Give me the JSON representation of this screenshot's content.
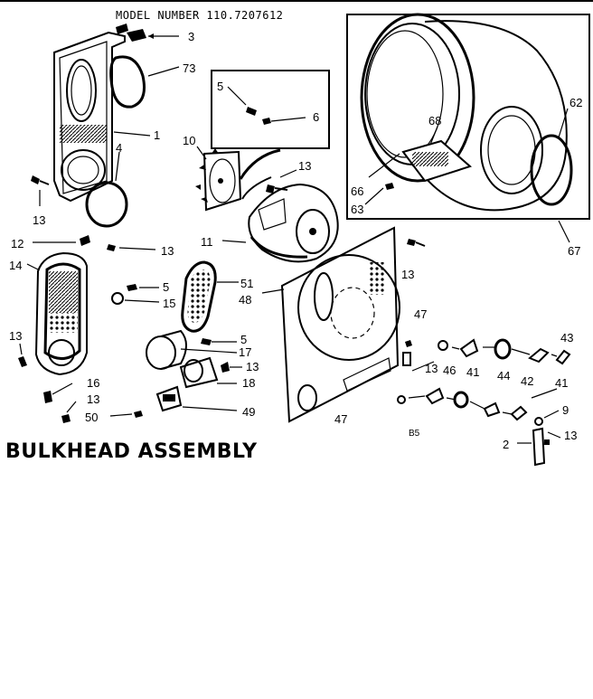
{
  "header": {
    "model_number": "MODEL NUMBER 110.7207612"
  },
  "title": "BULKHEAD ASSEMBLY",
  "page_code": "B5",
  "callouts": [
    {
      "id": "c3",
      "text": "3"
    },
    {
      "id": "c73",
      "text": "73"
    },
    {
      "id": "c1",
      "text": "1"
    },
    {
      "id": "c4",
      "text": "4"
    },
    {
      "id": "c13a",
      "text": "13"
    },
    {
      "id": "c5a",
      "text": "5"
    },
    {
      "id": "c6",
      "text": "6"
    },
    {
      "id": "c10",
      "text": "10"
    },
    {
      "id": "c13b",
      "text": "13"
    },
    {
      "id": "c11",
      "text": "11"
    },
    {
      "id": "c12",
      "text": "12"
    },
    {
      "id": "c13c",
      "text": "13"
    },
    {
      "id": "c14",
      "text": "14"
    },
    {
      "id": "c5b",
      "text": "5"
    },
    {
      "id": "c15",
      "text": "15"
    },
    {
      "id": "c51",
      "text": "51"
    },
    {
      "id": "c48",
      "text": "48"
    },
    {
      "id": "c13d",
      "text": "13"
    },
    {
      "id": "c5c",
      "text": "5"
    },
    {
      "id": "c17",
      "text": "17"
    },
    {
      "id": "c13e",
      "text": "13"
    },
    {
      "id": "c18",
      "text": "18"
    },
    {
      "id": "c16",
      "text": "16"
    },
    {
      "id": "c13f",
      "text": "13"
    },
    {
      "id": "c50",
      "text": "50"
    },
    {
      "id": "c49",
      "text": "49"
    },
    {
      "id": "c68",
      "text": "68"
    },
    {
      "id": "c62",
      "text": "62"
    },
    {
      "id": "c66",
      "text": "66"
    },
    {
      "id": "c63",
      "text": "63"
    },
    {
      "id": "c67",
      "text": "67"
    },
    {
      "id": "c13g",
      "text": "13"
    },
    {
      "id": "c47a",
      "text": "47"
    },
    {
      "id": "c13h",
      "text": "13"
    },
    {
      "id": "c46",
      "text": "46"
    },
    {
      "id": "c41a",
      "text": "41"
    },
    {
      "id": "c44",
      "text": "44"
    },
    {
      "id": "c42",
      "text": "42"
    },
    {
      "id": "c43",
      "text": "43"
    },
    {
      "id": "c41b",
      "text": "41"
    },
    {
      "id": "c47b",
      "text": "47"
    },
    {
      "id": "c9",
      "text": "9"
    },
    {
      "id": "c2",
      "text": "2"
    },
    {
      "id": "c13i",
      "text": "13"
    }
  ]
}
